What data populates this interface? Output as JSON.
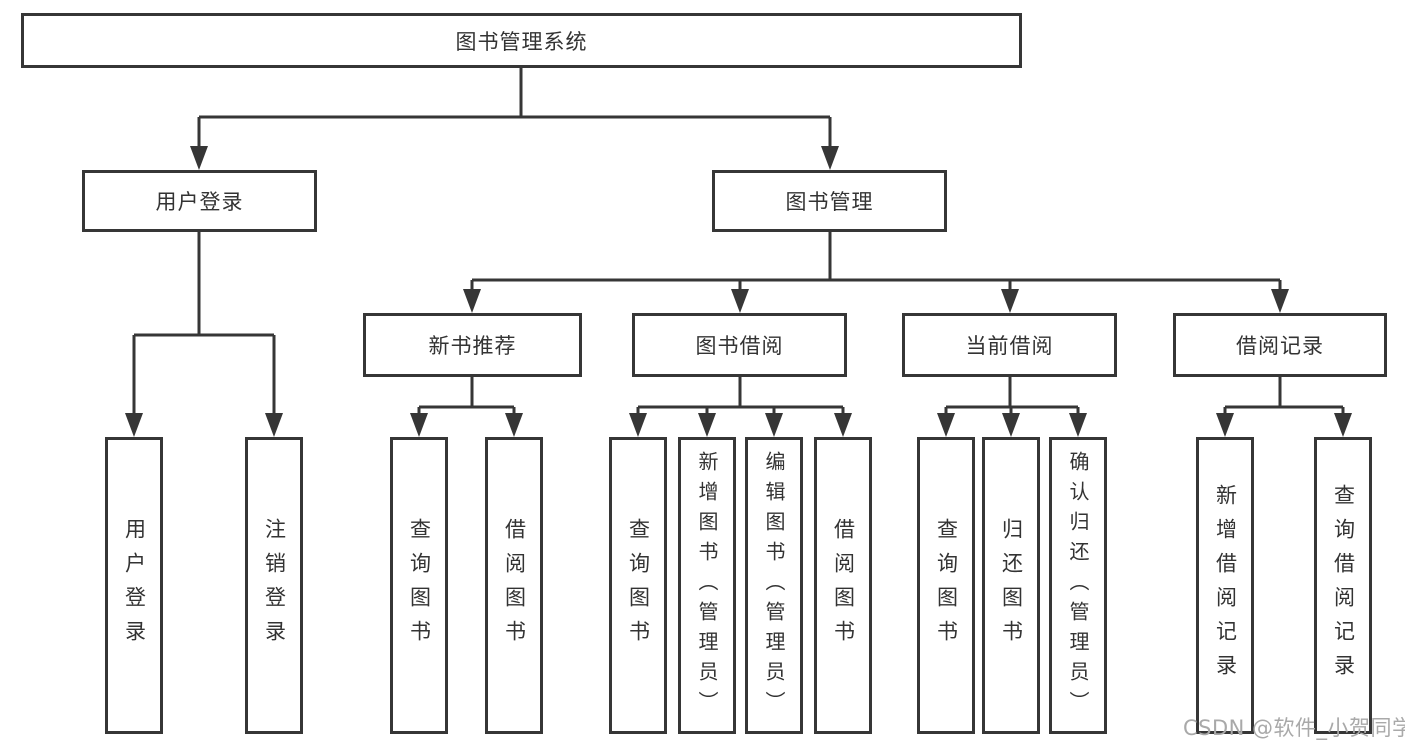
{
  "colors": {
    "line": "#363636",
    "box_border": "#363636",
    "text": "#333333",
    "watermark": "#a9a9a9",
    "background": "#ffffff"
  },
  "watermark": {
    "text": "CSDN @软件_小贺同学"
  },
  "tree": {
    "root": {
      "label": "图书管理系统"
    },
    "branches": [
      {
        "label": "用户登录",
        "children": [
          {
            "label": "用户登录"
          },
          {
            "label": "注销登录"
          }
        ]
      },
      {
        "label": "图书管理",
        "children": [
          {
            "label": "新书推荐",
            "children": [
              {
                "label": "查询图书"
              },
              {
                "label": "借阅图书"
              }
            ]
          },
          {
            "label": "图书借阅",
            "children": [
              {
                "label": "查询图书"
              },
              {
                "label": "新增图书（管理员）"
              },
              {
                "label": "编辑图书（管理员）"
              },
              {
                "label": "借阅图书"
              }
            ]
          },
          {
            "label": "当前借阅",
            "children": [
              {
                "label": "查询图书"
              },
              {
                "label": "归还图书"
              },
              {
                "label": "确认归还（管理员）"
              }
            ]
          },
          {
            "label": "借阅记录",
            "children": [
              {
                "label": "新增借阅记录"
              },
              {
                "label": "查询借阅记录"
              }
            ]
          }
        ]
      }
    ]
  }
}
